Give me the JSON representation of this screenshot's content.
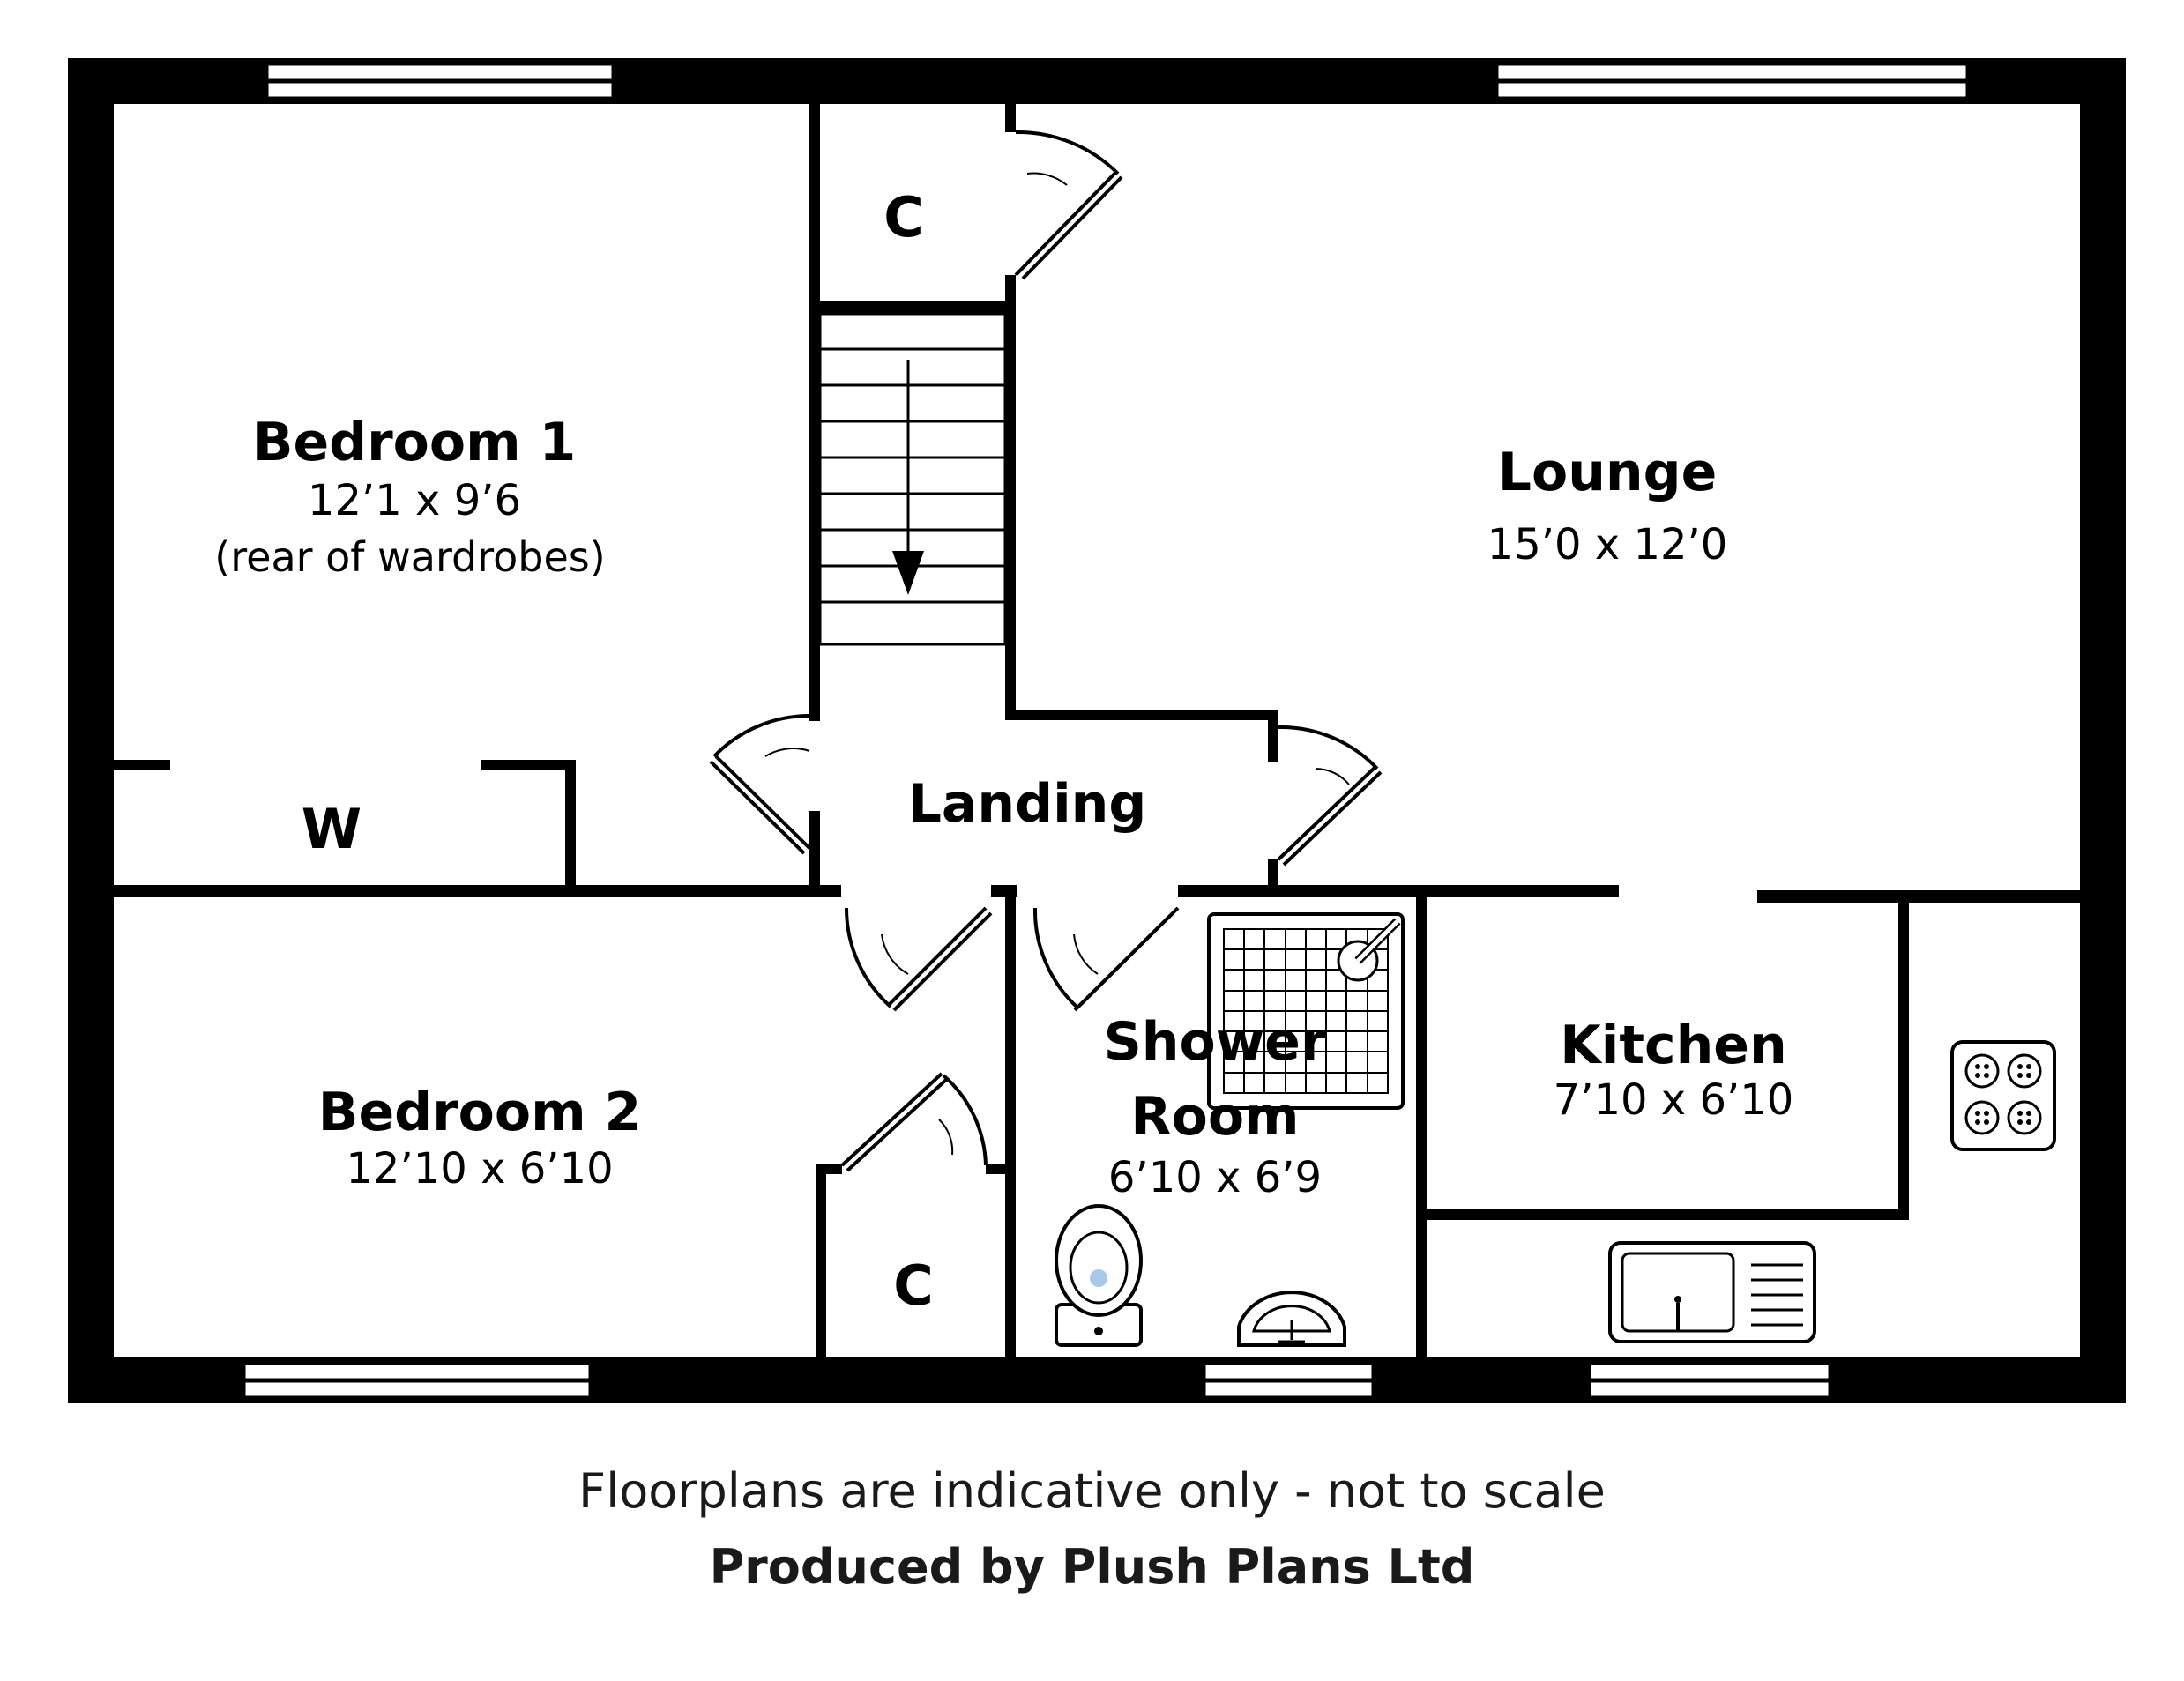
{
  "rooms": {
    "bedroom1": {
      "name": "Bedroom 1",
      "dims": "12’1 x 9’6",
      "note": "(rear of wardrobes)"
    },
    "lounge": {
      "name": "Lounge",
      "dims": "15’0 x 12’0"
    },
    "landing": {
      "name": "Landing"
    },
    "bedroom2": {
      "name": "Bedroom 2",
      "dims": "12’10 x 6’10"
    },
    "shower": {
      "name_line1": "Shower",
      "name_line2": "Room",
      "dims": "6’10 x 6’9"
    },
    "kitchen": {
      "name": "Kitchen",
      "dims": "7’10 x 6’10"
    }
  },
  "labels": {
    "cupboard_top": "C",
    "cupboard_bottom": "C",
    "wardrobe": "W"
  },
  "footer": {
    "disclaimer": "Floorplans are indicative only - not to scale",
    "credit": "Produced by Plush Plans Ltd"
  },
  "colors": {
    "wall": "#000000",
    "background": "#ffffff",
    "toilet_water": "#a8c8e8"
  },
  "icons": [
    "window-icon",
    "door-swing-icon",
    "staircase-icon",
    "shower-tray-icon",
    "toilet-icon",
    "basin-icon",
    "hob-icon",
    "sink-icon"
  ]
}
